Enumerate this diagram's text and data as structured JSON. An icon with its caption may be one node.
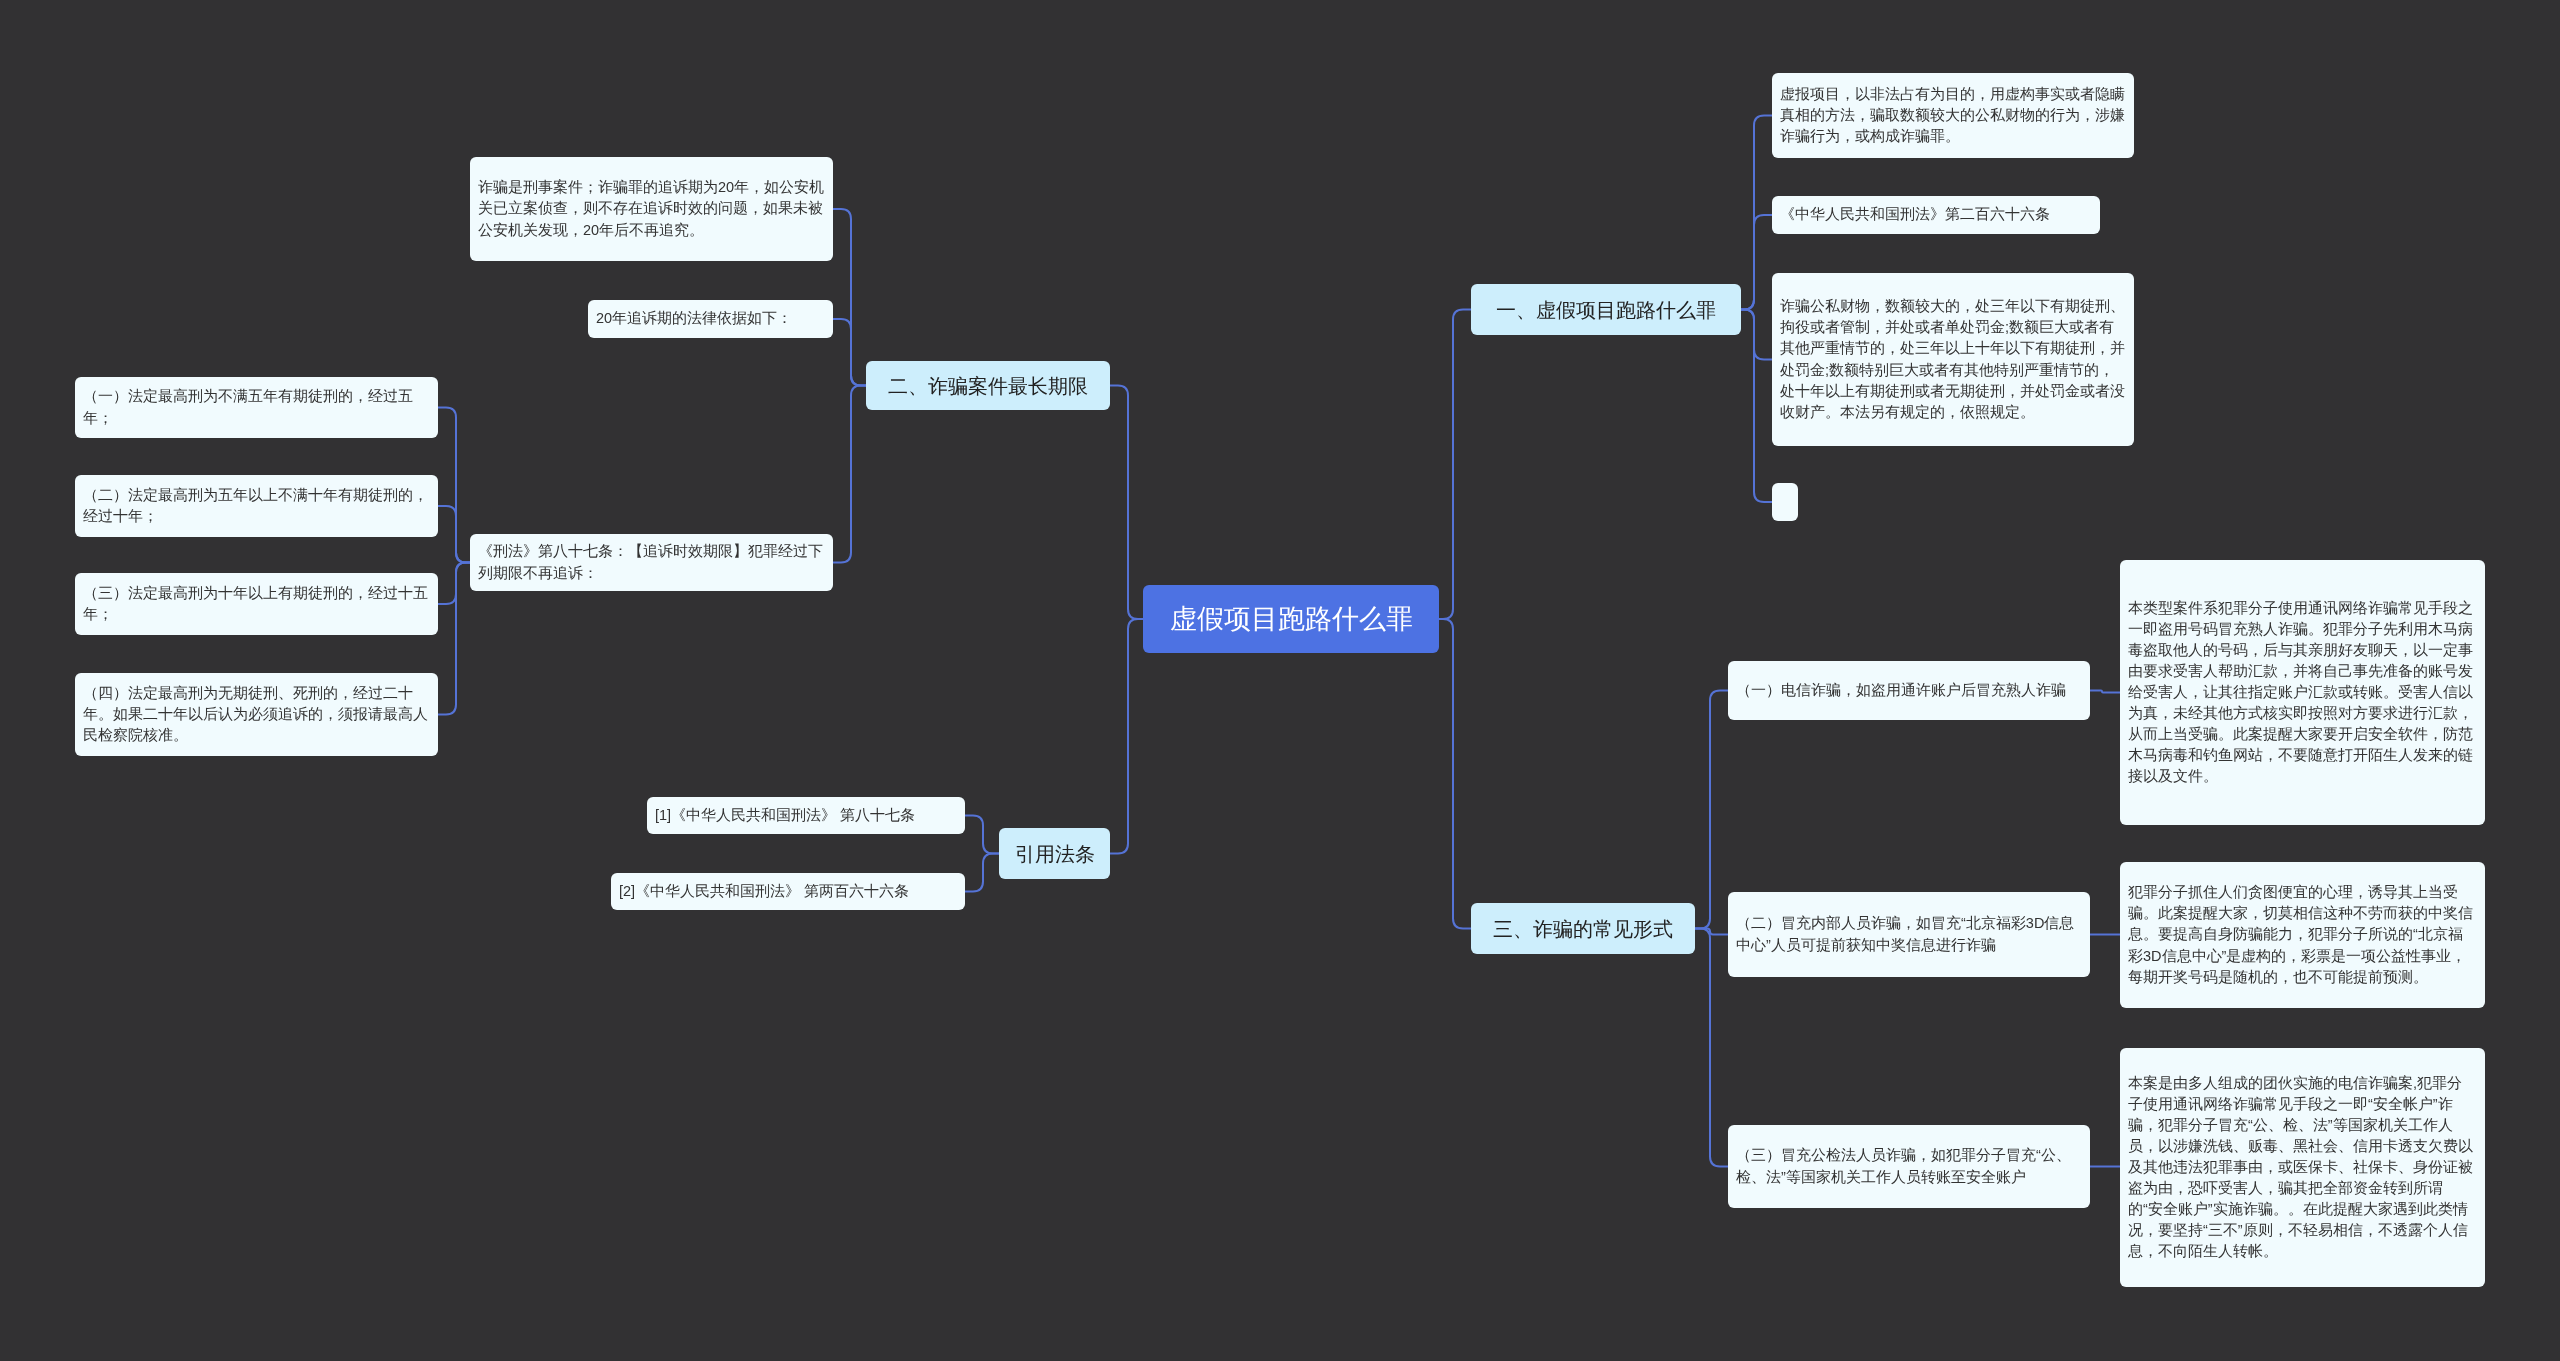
{
  "diagram": {
    "nodes": [
      {
        "text": [
          "虚假项目跑路什么罪"
        ]
      },
      {
        "text": [
          "二、诈骗案件最长期限"
        ]
      },
      {
        "text": [
          "诈骗是刑事案件；诈骗罪的追诉期为20年，如公安机关已立案侦查，则不存在追诉时效的问题，如果未被公安机关发现，20年后不再追究。"
        ]
      },
      {
        "text": [
          "20年追诉期的法律依据如下："
        ]
      },
      {
        "text": [
          "《刑法》第八十七条：【追诉时效期限】犯罪经过下列期限不再追诉："
        ]
      },
      {
        "text": [
          "（一）法定最高刑为不满五年有期徒刑的，经过五年；"
        ]
      },
      {
        "text": [
          "（二）法定最高刑为五年以上不满十年有期徒刑的，经过十年；"
        ]
      },
      {
        "text": [
          "（三）法定最高刑为十年以上有期徒刑的，经过十五年；"
        ]
      },
      {
        "text": [
          "（四）法定最高刑为无期徒刑、死刑的，经过二十年。如果二十年以后认为必须追诉的，须报请最高人民检察院核准。"
        ]
      },
      {
        "text": [
          "引用法条"
        ]
      },
      {
        "text": [
          "[1]《中华人民共和国刑法》 第八十七条"
        ]
      },
      {
        "text": [
          "[2]《中华人民共和国刑法》 第两百六十六条"
        ]
      },
      {
        "text": [
          "一、虚假项目跑路什么罪"
        ]
      },
      {
        "text": [
          "虚报项目，以非法占有为目的，用虚构事实或者隐瞒真相的方法，骗取数额较大的公私财物的行为，涉嫌诈骗行为，或构成诈骗罪。"
        ]
      },
      {
        "text": [
          "《中华人民共和国刑法》第二百六十六条"
        ]
      },
      {
        "text": [
          "诈骗公私财物，数额较大的，处三年以下有期徒刑、拘役或者管制，并处或者单处罚金;数额巨大或者有其他严重情节的，处三年以上十年以下有期徒刑，并处罚金;数额特别巨大或者有其他特别严重情节的，处十年以上有期徒刑或者无期徒刑，并处罚金或者没收财产。本法另有规定的，依照规定。"
        ]
      },
      {
        "text": [],
        "shape": "box"
      },
      {
        "text": [
          "三、诈骗的常见形式"
        ]
      },
      {
        "text": [
          "（一）电信诈骗，如盗用通许账户后冒充熟人诈骗"
        ]
      },
      {
        "text": [
          "本类型案件系犯罪分子使用通讯网络诈骗常见手段之一即盗用号码冒充熟人诈骗。犯罪分子先利用木马病毒盗取他人的号码，后与其亲朋好友聊天，以一定事由要求受害人帮助汇款，并将自己事先准备的账号发给受害人，让其往指定账户汇款或转账。受害人信以为真，未经其他方式核实即按照对方要求进行汇款，从而上当受骗。此案提醒大家要开启安全软件，防范木马病毒和钓鱼网站，不要随意打开陌生人发来的链接以及文件。"
        ]
      },
      {
        "text": [
          "（二）冒充内部人员诈骗，如冒充“北京福彩3D信息中心”人员可提前获知中奖信息进行诈骗"
        ]
      },
      {
        "text": [
          "犯罪分子抓住人们贪图便宜的心理，诱导其上当受骗。此案提醒大家，切莫相信这种不劳而获的中奖信息。要提高自身防骗能力，犯罪分子所说的“北京福彩3D信息中心”是虚构的，彩票是一项公益性事业，每期开奖号码是随机的，也不可能提前预测。"
        ]
      },
      {
        "text": [
          "（三）冒充公检法人员诈骗，如犯罪分子冒充“公、检、法”等国家机关工作人员转账至安全账户"
        ]
      },
      {
        "text": [
          "本案是由多人组成的团伙实施的电信诈骗案,犯罪分子使用通讯网络诈骗常见手段之一即“安全帐户”诈骗，犯罪分子冒充“公、检、法”等国家机关工作人员，以涉嫌洗钱、贩毒、黑社会、信用卡透支欠费以及其他违法犯罪事由，或医保卡、社保卡、身份证被盗为由，恐吓受害人，骗其把全部资金转到所谓的“安全账户”实施诈骗。。在此提醒大家遇到此类情况，要坚持“三不”原则，不轻易相信，不透露个人信息，不向陌生人转帐。"
        ]
      }
    ],
    "edges": [
      {
        "from": 0,
        "to": 1,
        "arrow": "none"
      },
      {
        "from": 1,
        "to": 2,
        "arrow": "none"
      },
      {
        "from": 1,
        "to": 3,
        "arrow": "none"
      },
      {
        "from": 1,
        "to": 4,
        "arrow": "none"
      },
      {
        "from": 4,
        "to": 5,
        "arrow": "none"
      },
      {
        "from": 4,
        "to": 6,
        "arrow": "none"
      },
      {
        "from": 4,
        "to": 7,
        "arrow": "none"
      },
      {
        "from": 4,
        "to": 8,
        "arrow": "none"
      },
      {
        "from": 0,
        "to": 9,
        "arrow": "none"
      },
      {
        "from": 9,
        "to": 10,
        "arrow": "none"
      },
      {
        "from": 9,
        "to": 11,
        "arrow": "none"
      },
      {
        "from": 0,
        "to": 12,
        "arrow": "none"
      },
      {
        "from": 12,
        "to": 13,
        "arrow": "none"
      },
      {
        "from": 12,
        "to": 14,
        "arrow": "none"
      },
      {
        "from": 12,
        "to": 15,
        "arrow": "none"
      },
      {
        "from": 12,
        "to": 16,
        "arrow": "none"
      },
      {
        "from": 0,
        "to": 17,
        "arrow": "none"
      },
      {
        "from": 17,
        "to": 18,
        "arrow": "none"
      },
      {
        "from": 18,
        "to": 19,
        "arrow": "none"
      },
      {
        "from": 17,
        "to": 20,
        "arrow": "none"
      },
      {
        "from": 20,
        "to": 21,
        "arrow": "none"
      },
      {
        "from": 17,
        "to": 22,
        "arrow": "none"
      },
      {
        "from": 22,
        "to": 23,
        "arrow": "none"
      }
    ]
  }
}
